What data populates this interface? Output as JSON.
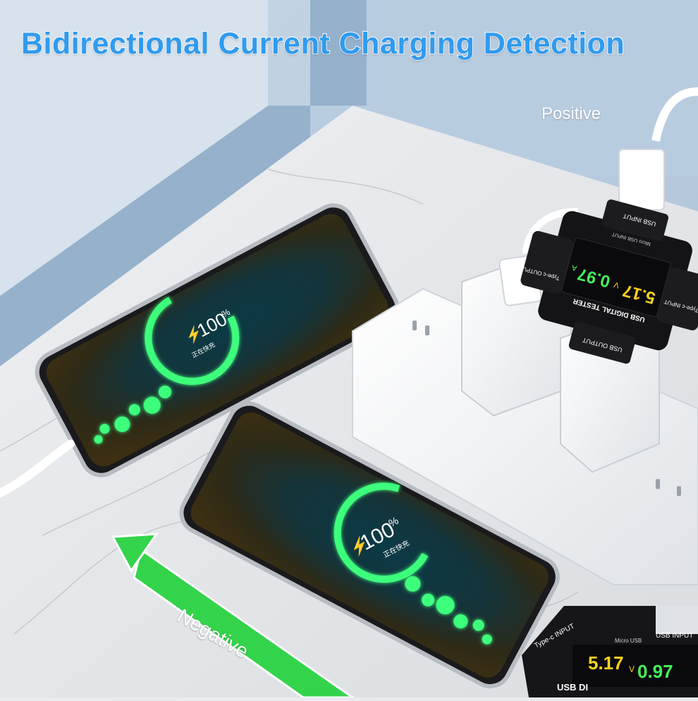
{
  "headline": "Bidirectional Current Charging Detection",
  "labels": {
    "positive": "Positive",
    "negative": "Negative"
  },
  "phone_top": {
    "percent": "100",
    "percent_sign": "%",
    "status": "正在快充"
  },
  "phone_bottom": {
    "percent": "100",
    "percent_sign": "%",
    "status": "正在快充"
  },
  "tester_top": {
    "title": "USB DIGITAL TESTER",
    "voltage": "5.17",
    "voltage_unit": "V",
    "current": "0.97",
    "current_unit": "A",
    "port_usb_output": "USB OUTPUT",
    "port_typec_output": "Type-c OUTPUT",
    "port_usb_input": "USB INPUT",
    "port_typec_input": "Type-c INPUT",
    "port_micro_usb_input": "Micro USB INPUT"
  },
  "tester_bottom": {
    "title": "USB DI",
    "voltage": "5.17",
    "voltage_unit": "V",
    "current": "0.97",
    "port_usb_input": "USB INPUT",
    "port_typec_input": "Type-c INPUT",
    "port_micro_usb": "Micro USB"
  },
  "colors": {
    "headline": "#2f9bf0",
    "charge_glow": "#3cff7c",
    "arrow": "#33d44b",
    "voltage_yellow": "#ffd21e",
    "current_green": "#44f058"
  }
}
